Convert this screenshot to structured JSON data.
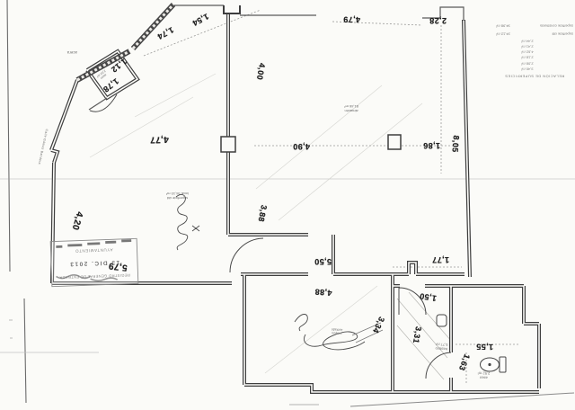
{
  "scan": {
    "dims": {
      "d154": "1,54",
      "d174": "1,74",
      "d112": "1,12",
      "d178": "1,78",
      "d400": "4,00",
      "d479": "4,79",
      "d228": "2,28",
      "d477": "4,77",
      "d490": "4,90",
      "d186": "1,86",
      "d805": "8,05",
      "d388": "3,88",
      "d420": "4,20",
      "d579": "5,79",
      "d550": "5,50",
      "d488": "4,88",
      "d334": "3,34",
      "d331": "3,31",
      "d150": "1,50",
      "d177": "1,77",
      "d155": "1,55",
      "d163": "1,63"
    },
    "tiny": {
      "sidewalk": "acera",
      "street": "Calle Gómez Bandera",
      "aseo1_l1": "aseo",
      "aseo1_l2": "2,02 m²",
      "roomA_l1": "almacén",
      "roomA_l2": "81,46 m²",
      "roomB_l1": "superficie útil",
      "roomB_l2": "local 94,10 m²",
      "roomD_l1": "trastero",
      "roomD_l2": "5,77 m²",
      "roomE_l1": "aseo",
      "roomE_l2": "2,52 m²",
      "sig_l1": "croquis",
      "sig_l2": "acotado"
    },
    "stamp": {
      "l1": "REGISTRO GENERAL DE ENTRADA",
      "l2": "13 DIC. 2013",
      "l3": "AYUNTAMIENTO"
    },
    "table": {
      "title": "RELACIÓN DE SUPERFICIES",
      "rows": [
        "3,40 m²",
        "2,08 m²",
        "2,18 m²",
        "4,62 m²",
        "2,41 m²",
        "2,44 m²"
      ],
      "long_rows": [
        {
          "t": "superficie útil",
          "v": "24,12 m²"
        },
        {
          "t": "superficie construida",
          "v": "34,98 m²"
        }
      ]
    }
  }
}
